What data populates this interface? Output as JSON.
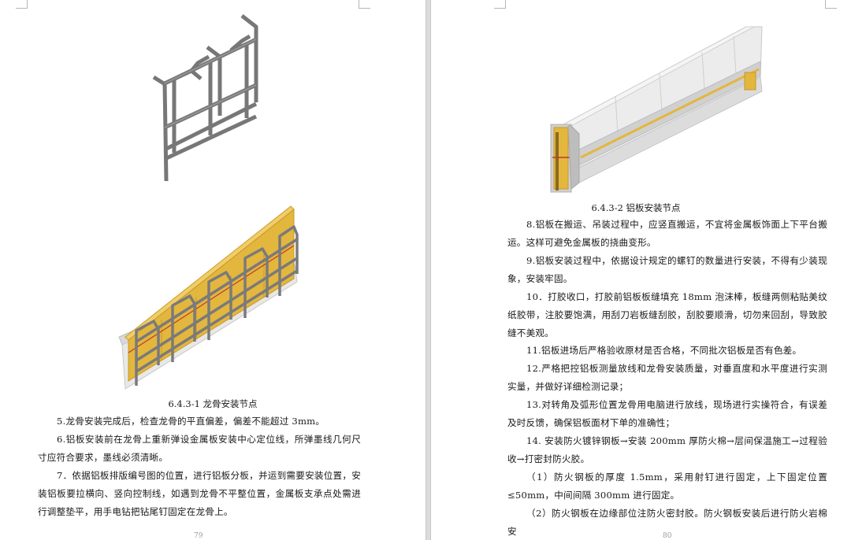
{
  "left_page": {
    "caption": "6.4.3-1 龙骨安装节点",
    "paragraphs": [
      "5.龙骨安装完成后，检查龙骨的平直偏差，偏差不能超过 3mm。",
      "6.铝板安装前在龙骨上重新弹设金属板安装中心定位线，所弹墨线几何尺寸应符合要求，墨线必须清晰。",
      "7．依据铝板排版编号图的位置，进行铝板分板，并运到需要安装位置，安装铝板要拉横向、竖向控制线，如遇到龙骨不平整位置，金属板支承点处需进行调整垫平，用手电钻把钻尾钉固定在龙骨上。"
    ],
    "page_number": "79"
  },
  "right_page": {
    "caption": "6.4.3-2 铝板安装节点",
    "paragraphs": [
      "8.铝板在搬运、吊装过程中，应竖直搬运，不宜将金属板饰面上下平台搬运。这样可避免金属板的挠曲变形。",
      "9.铝板安装过程中，依据设计规定的螺钉的数量进行安装，不得有少装现象，安装牢固。",
      "10．打胶收口，打胶前铝板板缝填充 18mm 泡沫棒，板缝两侧粘贴美纹纸胶带，注胶要饱满，用刮刀岩板缝刮胶，刮胶要顺滑，切勿来回刮，导致胶缝不美观。",
      "11.铝板进场后严格验收原材是否合格，不同批次铝板是否有色差。",
      "12.严格把控铝板测量放线和龙骨安装质量，对垂直度和水平度进行实测实量，并做好详细检测记录；",
      "13.对转角及弧形位置龙骨用电脑进行放线，现场进行实操符合，有误差及时反馈，确保铝板面材下单的准确性；",
      "14. 安装防火镀锌钢板→安装 200mm 厚防火棉→层间保温施工→过程验收→打密封防火胶。",
      "（1）防火钢板的厚度 1.5mm，采用射钉进行固定，上下固定位置≤50mm，中间间隔 300mm 进行固定。",
      "（2）防火钢板在边缘部位注防火密封胶。防火钢板安装后进行防火岩棉安"
    ],
    "page_number": "80"
  },
  "colors": {
    "steel": "#7e7e7e",
    "panel_yellow": "#e3b63e",
    "panel_grey": "#dadada",
    "red_line": "#c0392b"
  }
}
